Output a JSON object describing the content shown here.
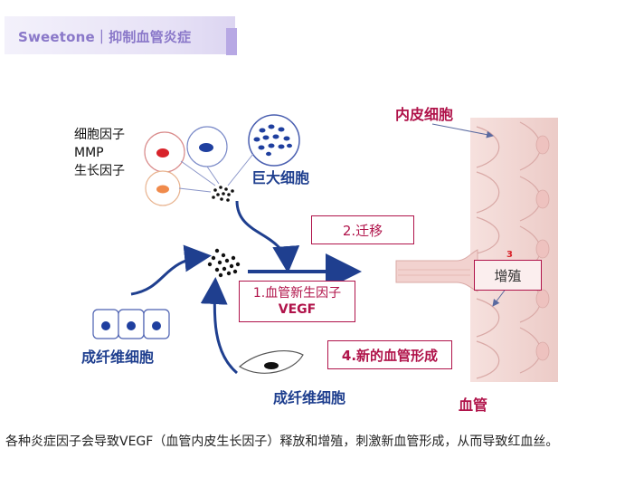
{
  "header": {
    "title": "Sweetone｜抑制血管炎症"
  },
  "diagram": {
    "factor_labels": [
      "细胞因子",
      "MMP",
      "生长因子"
    ],
    "giant_cell_label": "巨大细胞",
    "fibroblast_left_label": "成纤维细胞",
    "fibroblast_bottom_label": "成纤维细胞",
    "endothelial_label": "内皮细胞",
    "vessel_label": "血管",
    "step1_line1": "1.血管新生因子",
    "step1_line2": "VEGF",
    "step2": "2.迁移",
    "step3_number": "3",
    "step3": "增殖",
    "step4": "4.新的血管形成"
  },
  "caption": "各种炎症因子会导致VEGF（血管内皮生长因子）释放和增殖，刺激新血管形成，从而导致红血丝。",
  "colors": {
    "accent_red": "#b0134a",
    "accent_blue": "#1f3f8f",
    "header_purple": "#8a78c9",
    "vessel_pink": "#f2d6d3"
  }
}
